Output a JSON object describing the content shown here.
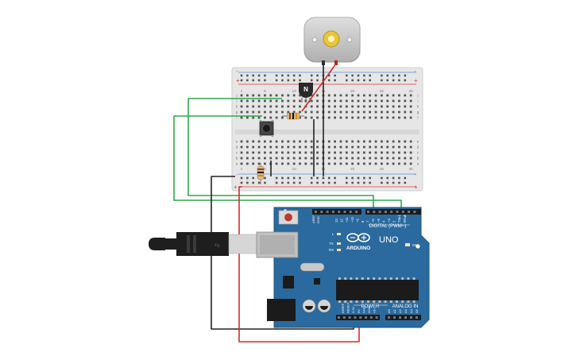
{
  "motor": {
    "label": ""
  },
  "transistor": {
    "label": "N"
  },
  "breadboard": {
    "col_numbers": [
      "1",
      "5",
      "10",
      "15",
      "20",
      "25",
      "30"
    ],
    "row_letters_top": [
      "j",
      "i",
      "h",
      "g",
      "f"
    ],
    "row_letters_bottom": [
      "e",
      "d",
      "c",
      "b",
      "a"
    ],
    "rail_plus": "+",
    "rail_minus": "-"
  },
  "arduino": {
    "brand": "ARDUINO",
    "model": "UNO",
    "digital_label": "DIGITAL (PWM~)",
    "power_label": "POWER",
    "analog_label": "ANALOG IN",
    "on_label": "ON",
    "l_label": "L",
    "tx_label": "TX",
    "rx_label": "RX",
    "aref_label": "AREF",
    "gnd_label": "GND",
    "digital_pins": [
      "13",
      "12",
      "~11",
      "~10",
      "~9",
      "8",
      "7",
      "~6",
      "~5",
      "4",
      "~3",
      "2",
      "TX▸1",
      "RX◂0"
    ],
    "power_pins": [
      "IOREF",
      "RESET",
      "3.3V",
      "5V",
      "GND",
      "GND",
      "Vin"
    ],
    "analog_pins": [
      "A0",
      "A1",
      "A2",
      "A3",
      "A4",
      "A5"
    ]
  },
  "colors": {
    "wire_green": "#2fa84f",
    "wire_red": "#d42b2b",
    "wire_black": "#222222",
    "board_blue": "#2b6a9e",
    "breadboard": "#e6e6e6",
    "rail_red": "#d63a3a"
  }
}
